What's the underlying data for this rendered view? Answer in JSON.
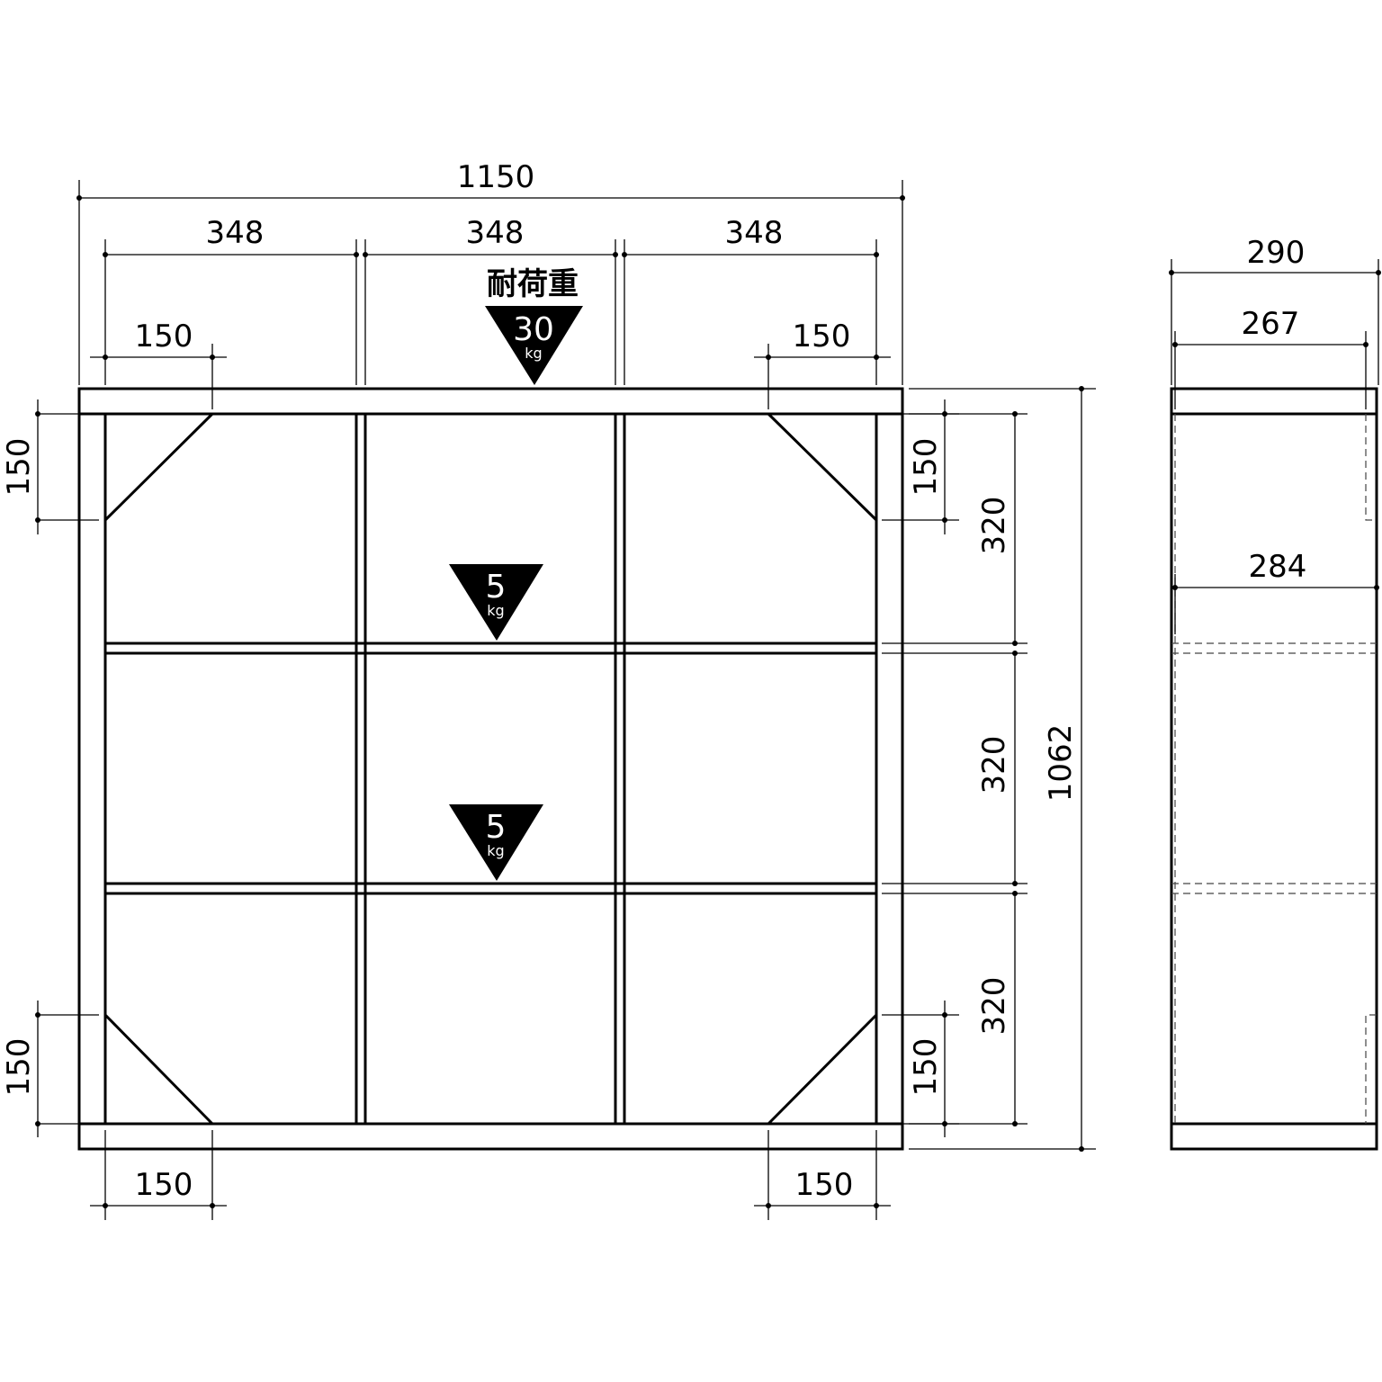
{
  "front_view": {
    "dims": {
      "overall_width": "1150",
      "column_width_1": "348",
      "column_width_2": "348",
      "column_width_3": "348",
      "brace_top_left": "150",
      "brace_top_right": "150",
      "brace_bottom_left": "150",
      "brace_bottom_right": "150",
      "brace_left_upper": "150",
      "brace_left_lower": "150",
      "brace_right_upper": "150",
      "brace_right_lower": "150",
      "shelf_height_1": "320",
      "shelf_height_2": "320",
      "shelf_height_3": "320",
      "overall_height": "1062"
    },
    "load_label": "耐荷重",
    "loads": [
      {
        "value": "30",
        "unit": "kg"
      },
      {
        "value": "5",
        "unit": "kg"
      },
      {
        "value": "5",
        "unit": "kg"
      }
    ]
  },
  "side_view": {
    "dims": {
      "overall_depth": "290",
      "inner_depth": "267",
      "shelf_depth": "284"
    }
  }
}
